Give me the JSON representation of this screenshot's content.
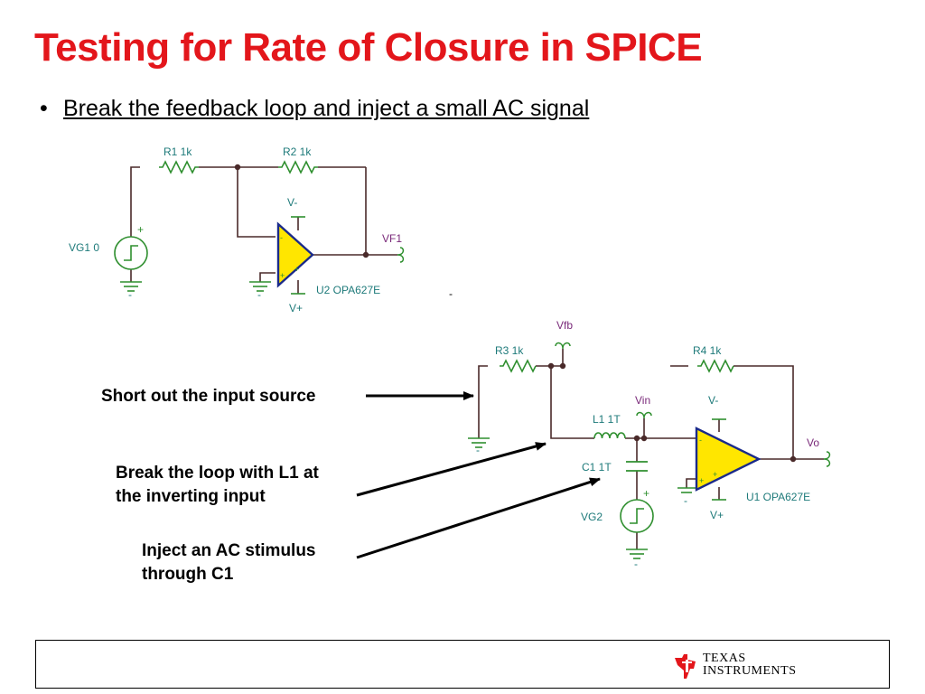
{
  "title": "Testing for Rate of Closure in SPICE",
  "bullet": "Break the feedback loop and inject a small AC signal",
  "circuit_top": {
    "r1": "R1 1k",
    "r2": "R2 1k",
    "vminus": "V-",
    "vplus": "V+",
    "opamp": "U2 OPA627E",
    "source": "VG1 0",
    "output": "VF1",
    "plus": "+",
    "minus": "-"
  },
  "circuit_bottom": {
    "r3": "R3 1k",
    "r4": "R4 1k",
    "l1": "L1 1T",
    "c1": "C1 1T",
    "source": "VG2",
    "vfb": "Vfb",
    "vin": "Vin",
    "vo": "Vo",
    "vminus": "V-",
    "vplus": "V+",
    "opamp": "U1 OPA627E",
    "plus": "+",
    "minus": "-"
  },
  "annotations": {
    "short": "Short out the input source",
    "break_line1": "Break the loop with L1 at",
    "break_line2": "the inverting input",
    "inject_line1": "Inject an AC stimulus",
    "inject_line2": "through C1"
  },
  "footer": {
    "logo_line1": "Texas",
    "logo_line2": "Instruments"
  },
  "colors": {
    "title": "#e3161b",
    "wire": "#4a2a2a",
    "component": "#2f8f2f",
    "label": "#1e7a7a",
    "net_label": "#7a2a7a",
    "opamp_fill": "#ffe600",
    "opamp_stroke": "#1a2a8a",
    "logo": "#e3161b"
  }
}
